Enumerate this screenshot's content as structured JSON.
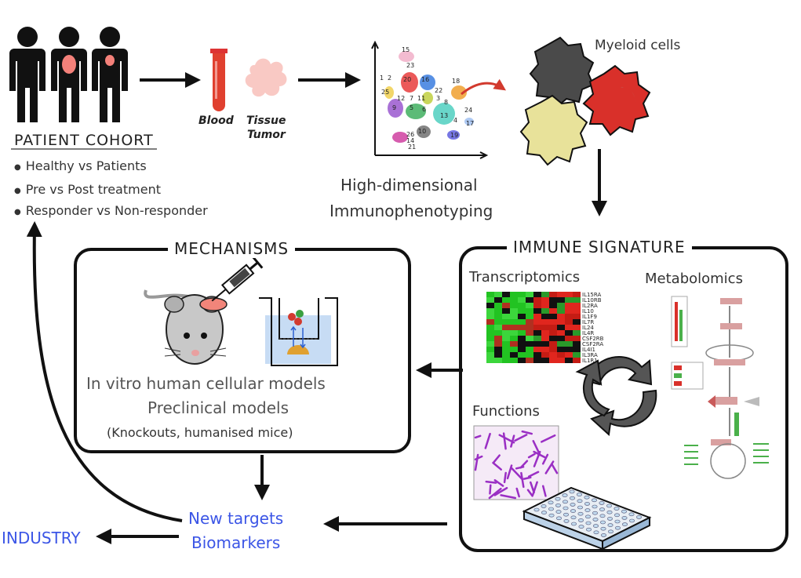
{
  "cohort": {
    "title": "PATIENT COHORT",
    "items": [
      "Healthy vs Patients",
      "Pre vs Post treatment",
      "Responder vs Non-responder"
    ]
  },
  "samples": {
    "blood": "Blood",
    "tissue": "Tissue",
    "tumor": "Tumor"
  },
  "immunophenotyping": {
    "line1": "High-dimensional",
    "line2": "Immunophenotyping",
    "cluster_labels": [
      "15",
      "1",
      "2",
      "20",
      "16",
      "12",
      "7",
      "11",
      "3",
      "9",
      "5",
      "6",
      "8",
      "13",
      "24",
      "4",
      "10",
      "17",
      "14",
      "19",
      "22",
      "18",
      "23",
      "25",
      "26",
      "21"
    ]
  },
  "myeloid": {
    "label": "Myeloid cells"
  },
  "mechanisms": {
    "title": "MECHANISMS",
    "line1": "In vitro human cellular models",
    "line2": "Preclinical models",
    "line3": "(Knockouts, humanised mice)"
  },
  "signature": {
    "title": "IMMUNE SIGNATURE",
    "transcriptomics": "Transcriptomics",
    "metabolomics": "Metabolomics",
    "functions": "Functions",
    "genes": [
      "IL15RA",
      "IL10RB",
      "IL2RA",
      "IL10",
      "IL1F9",
      "IL7R",
      "IL24",
      "IL4R",
      "CSF2RB",
      "CSF2RA",
      "IL4I1",
      "IL3RA",
      "IL1R1"
    ]
  },
  "outputs": {
    "targets": "New targets",
    "biomarkers": "Biomarkers",
    "industry": "INDUSTRY"
  },
  "colors": {
    "accent_blue": "#3b55e6",
    "tumor_red": "#e03a2a",
    "heat_green": "#22c322",
    "heat_red": "#e0261e",
    "stain_purple": "#a040c8"
  }
}
